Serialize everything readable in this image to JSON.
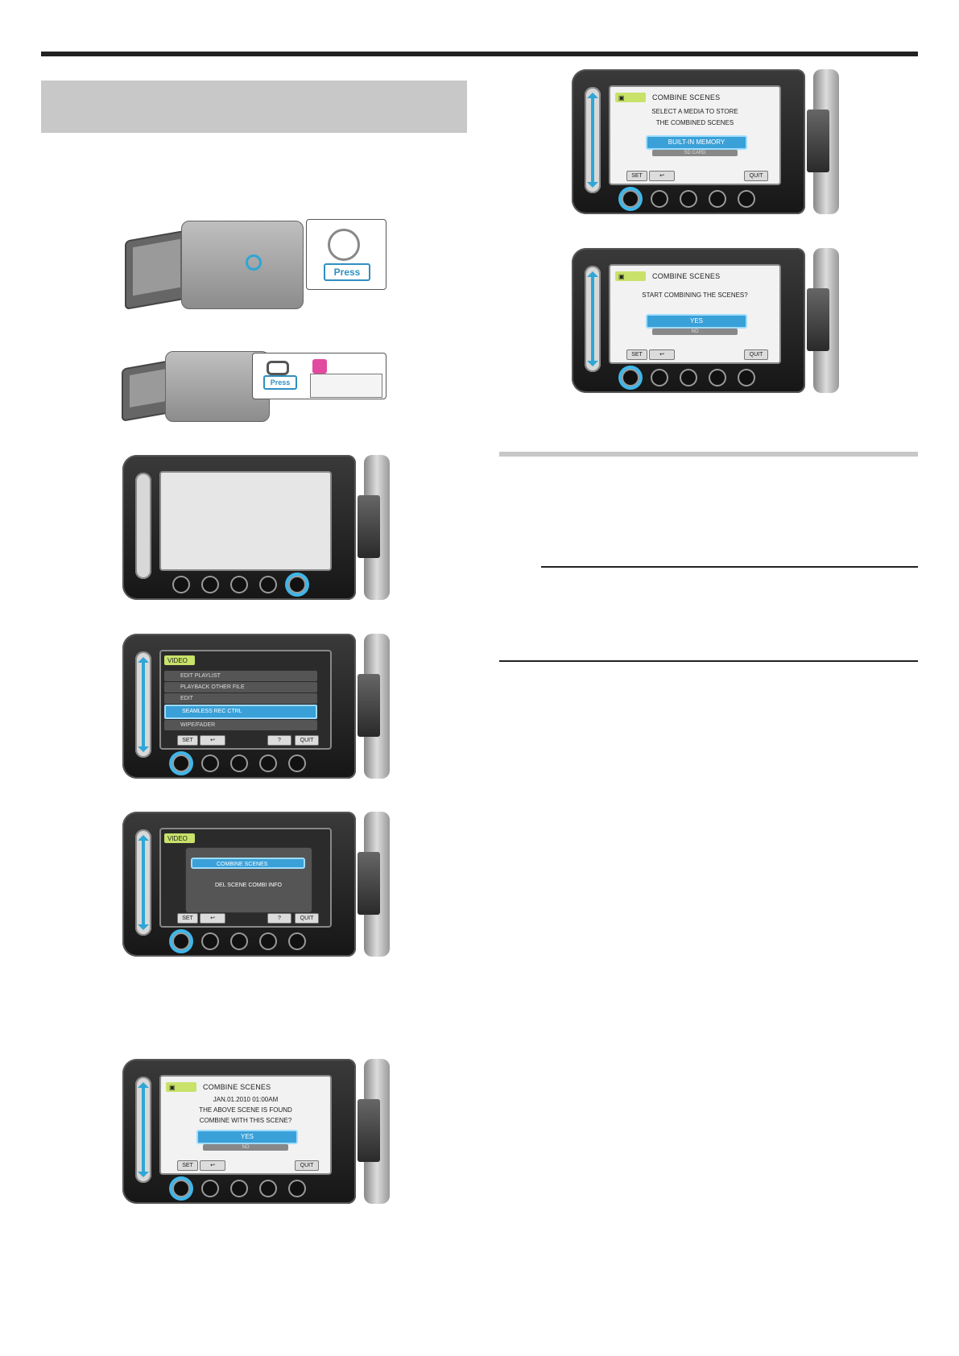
{
  "screens": {
    "combine_found": {
      "title": "COMBINE SCENES",
      "lines": [
        "JAN.01.2010  01:00AM",
        "THE ABOVE SCENE IS FOUND",
        "COMBINE WITH THIS SCENE?"
      ],
      "selected": "YES",
      "other": "NO",
      "softkeys": {
        "set": "SET",
        "back": "↩",
        "quit": "QUIT"
      }
    },
    "menu_video": {
      "tab": "VIDEO",
      "items": [
        "EDIT PLAYLIST",
        "PLAYBACK OTHER FILE",
        "EDIT",
        "SEAMLESS REC CTRL",
        "WIPE/FADER"
      ],
      "selected_index": 3,
      "softkeys": {
        "set": "SET",
        "back": "↩",
        "help": "?",
        "quit": "QUIT"
      }
    },
    "submenu": {
      "tab": "VIDEO",
      "items": [
        "COMBINE SCENES",
        "DEL SCENE COMBI INFO"
      ],
      "softkeys": {
        "set": "SET",
        "back": "↩",
        "help": "?",
        "quit": "QUIT"
      }
    },
    "select_media": {
      "title": "COMBINE SCENES",
      "lines": [
        "SELECT A MEDIA TO STORE",
        "THE COMBINED SCENES"
      ],
      "selected": "BUILT-IN MEMORY",
      "other": "SD CARD",
      "softkeys": {
        "set": "SET",
        "back": "↩",
        "quit": "QUIT"
      }
    },
    "start_combine": {
      "title": "COMBINE SCENES",
      "lines": [
        "START COMBINING THE SCENES?"
      ],
      "selected": "YES",
      "other": "NO",
      "softkeys": {
        "set": "SET",
        "back": "↩",
        "quit": "QUIT"
      }
    }
  },
  "press_label": "Press"
}
